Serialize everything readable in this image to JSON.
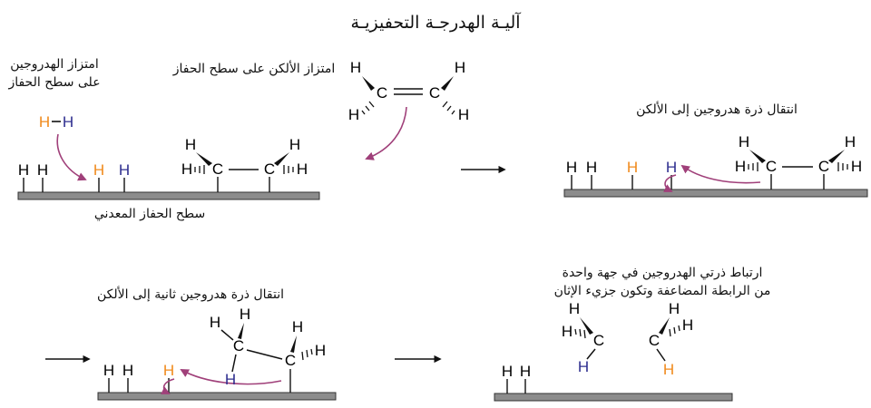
{
  "title": "آليـة الهدرجـة التحفيزيـة",
  "labels": {
    "h2_adsorption_line1": "امتزاز الهدروجين",
    "h2_adsorption_line2": "على سطح الحفاز",
    "alkene_adsorption": "امتزاز الألكن على سطح الحفاز",
    "metal_surface": "سطح الحفاز المعدني",
    "h_transfer_1": "انتقال ذرة هدروجين إلى الألكن",
    "h_transfer_2": "انتقال ذرة هدروجين ثانية إلى الألكن",
    "syn_addition_line1": "ارتباط ذرتي الهدروجين في جهة واحدة",
    "syn_addition_line2": "من الرابطة المضاعفة وتكون جزيء الإثان"
  },
  "atoms": {
    "hydrogen": "H",
    "carbon": "C"
  },
  "colors": {
    "hydrogen_a": "#f08a1c",
    "hydrogen_b": "#2e2e8f",
    "arrow": "#a0407a",
    "surface_fill": "#8c8c8c",
    "text": "#111111"
  }
}
